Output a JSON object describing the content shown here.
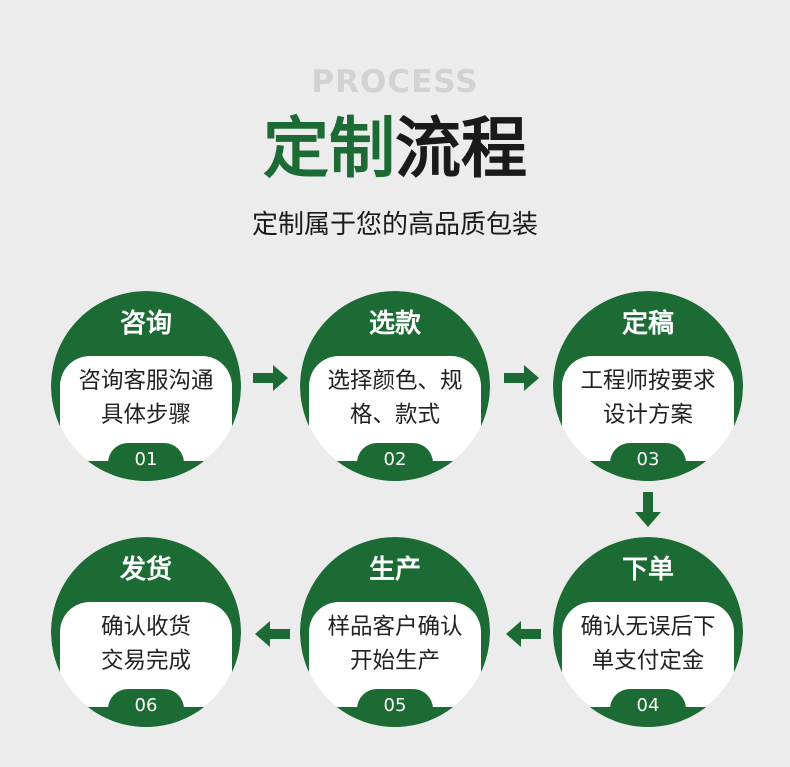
{
  "header": {
    "watermark": "PROCESS",
    "title_part1": "定制",
    "title_part2": "流程",
    "subtitle": "定制属于您的高品质包装"
  },
  "colors": {
    "background": "#ececec",
    "brand_green": "#1c6b34",
    "title_dark": "#1a1a1a",
    "watermark": "#d2d2d2",
    "circle_inner": "#ffffff",
    "text": "#222222"
  },
  "steps": [
    {
      "title": "咨询",
      "lines": [
        "咨询客服沟通",
        "具体步骤"
      ],
      "num": "01"
    },
    {
      "title": "选款",
      "lines": [
        "选择颜色、规",
        "格、款式"
      ],
      "num": "02"
    },
    {
      "title": "定稿",
      "lines": [
        "工程师按要求",
        "设计方案"
      ],
      "num": "03"
    },
    {
      "title": "下单",
      "lines": [
        "确认无误后下",
        "单支付定金"
      ],
      "num": "04"
    },
    {
      "title": "生产",
      "lines": [
        "样品客户确认",
        "开始生产"
      ],
      "num": "05"
    },
    {
      "title": "发货",
      "lines": [
        "确认收货",
        "交易完成"
      ],
      "num": "06"
    }
  ],
  "arrows": [
    {
      "direction": "right"
    },
    {
      "direction": "right"
    },
    {
      "direction": "down"
    },
    {
      "direction": "left"
    },
    {
      "direction": "left"
    }
  ]
}
